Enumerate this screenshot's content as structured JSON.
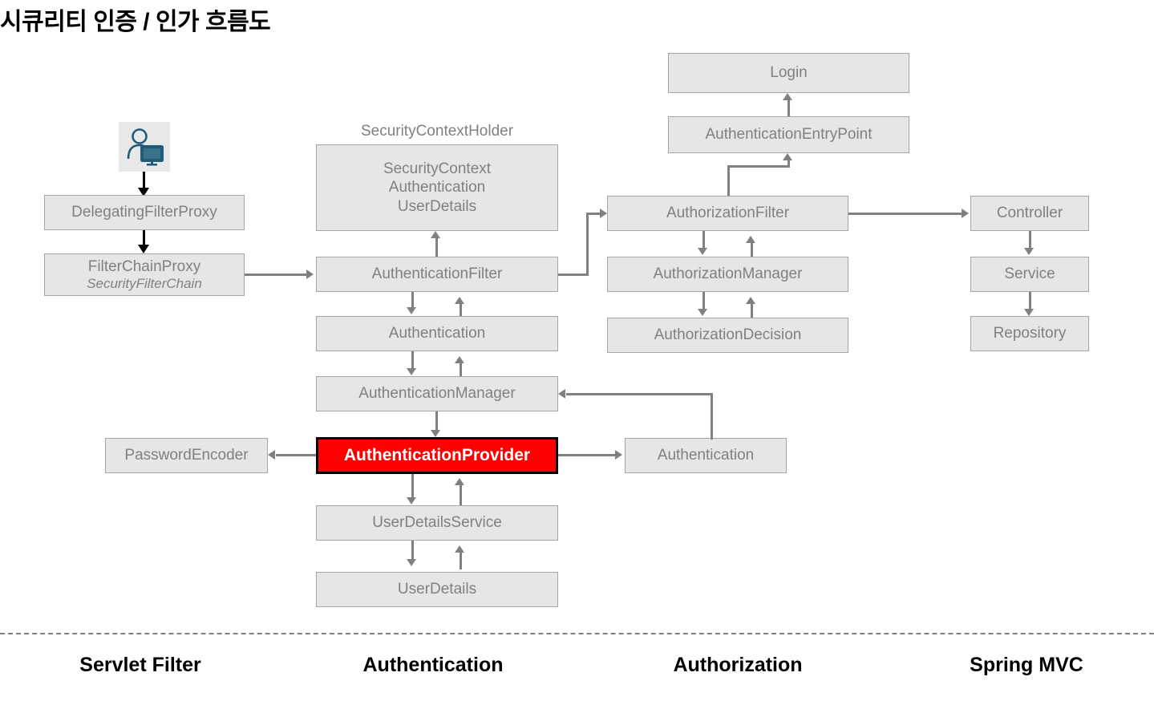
{
  "title": "시큐리티 인증 / 인가 흐름도",
  "colors": {
    "node_fill": "#E6E6E6",
    "node_border": "#A6A6A6",
    "node_text": "#808080",
    "highlight_fill": "#FF0000",
    "highlight_border": "#000000",
    "highlight_text": "#FFFFFF",
    "connector": "#808080",
    "connector_black": "#000000",
    "icon": "#1F5C7A"
  },
  "icons": {
    "user_workstation": "user-workstation-icon"
  },
  "groups": {
    "security_context_holder": "SecurityContextHolder"
  },
  "nodes": {
    "delegating_filter_proxy": "DelegatingFilterProxy",
    "filter_chain_proxy": "FilterChainProxy",
    "filter_chain_proxy_sub": "SecurityFilterChain",
    "security_context_line1": "SecurityContext",
    "security_context_line2": "Authentication",
    "security_context_line3": "UserDetails",
    "authentication_filter": "AuthenticationFilter",
    "authentication": "Authentication",
    "authentication_manager": "AuthenticationManager",
    "password_encoder": "PasswordEncoder",
    "authentication_provider": "AuthenticationProvider",
    "authentication_result": "Authentication",
    "user_details_service": "UserDetailsService",
    "user_details": "UserDetails",
    "login": "Login",
    "authentication_entry_point": "AuthenticationEntryPoint",
    "authorization_filter": "AuthorizationFilter",
    "authorization_manager": "AuthorizationManager",
    "authorization_decision": "AuthorizationDecision",
    "controller": "Controller",
    "service": "Service",
    "repository": "Repository"
  },
  "footer": {
    "servlet_filter": "Servlet Filter",
    "authentication": "Authentication",
    "authorization": "Authorization",
    "spring_mvc": "Spring MVC"
  }
}
